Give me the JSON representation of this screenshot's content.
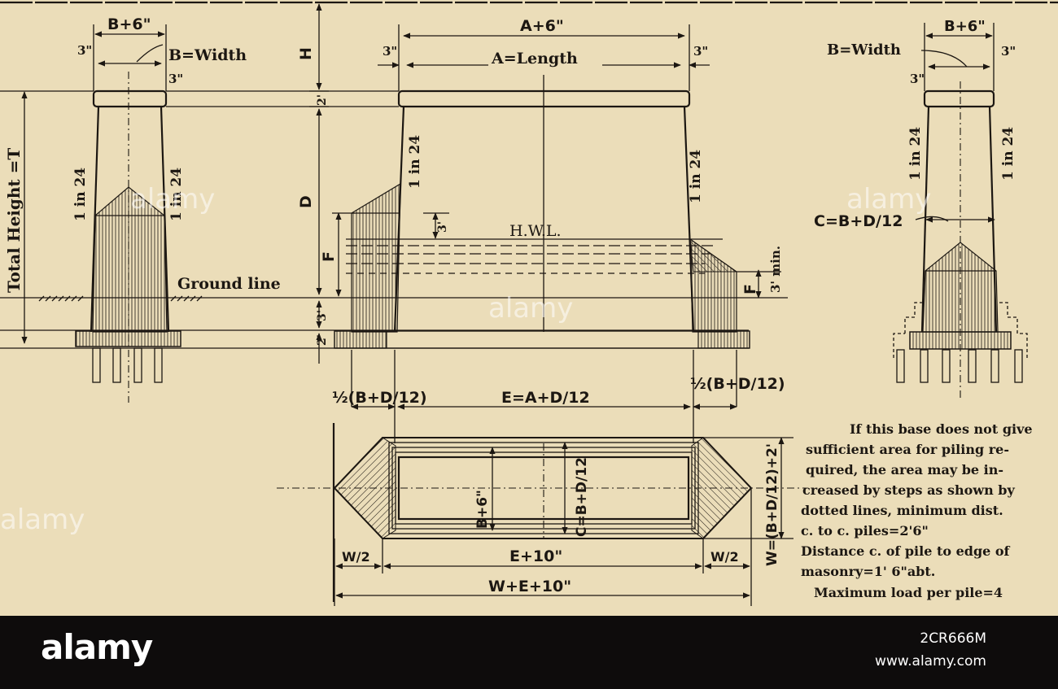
{
  "diagram": {
    "pier_side": {
      "top_dim": "B+6\"",
      "width_label": "B=Width",
      "offset_left": "3\"",
      "offset_right": "3\"",
      "batter_left": "1 in 24",
      "batter_right": "1 in 24",
      "total_height": "Total Height =T",
      "ground_line": "Ground line"
    },
    "elevation": {
      "top_dim": "A+6\"",
      "length_label": "A=Length",
      "offset_left": "3\"",
      "offset_right": "3\"",
      "batter_left": "1 in 24",
      "batter_right": "1 in 24",
      "hwl": "H.W.L.",
      "hwl_offset": "3'",
      "min_depth": "3' min.",
      "dim_F_right": "F",
      "vertical_dims": {
        "H": "H",
        "cap": "2'",
        "D": "D",
        "F": "F",
        "below_ground": "3'",
        "footing": "2'"
      }
    },
    "end_view": {
      "top_dim": "B+6\"",
      "width_label": "B=Width",
      "offset_left": "3\"",
      "offset_right": "3\"",
      "batter_left": "1 in 24",
      "batter_right": "1 in 24",
      "c_formula": "C=B+D/12"
    },
    "plan": {
      "half_left": "½(B+D/12)",
      "half_right": "½(B+D/12)",
      "e_formula": "E=A+D/12",
      "b6": "B+6\"",
      "c_formula": "C=B+D/12",
      "w_formula": "W=(B+D/12)+2'",
      "w2_left": "W/2",
      "w2_right": "W/2",
      "e10": "E+10\"",
      "total": "W+E+10\""
    },
    "note_lines": [
      "If this base does not give",
      "sufficient area for piling re-",
      "quired, the area may be in-",
      "creased by steps as shown by",
      "dotted lines, minimum dist.",
      "c. to c. piles=2'6\"",
      "Distance c. of pile to edge of",
      "masonry=1' 6\"abt.",
      "Maximum load per pile=4"
    ]
  },
  "watermark": {
    "brand": "alamy",
    "image_code": "2CR666M",
    "site": "www.alamy.com"
  },
  "colors": {
    "paper": "#ebddb9",
    "ink": "#1c1712",
    "footer": "#0e0c0c"
  }
}
